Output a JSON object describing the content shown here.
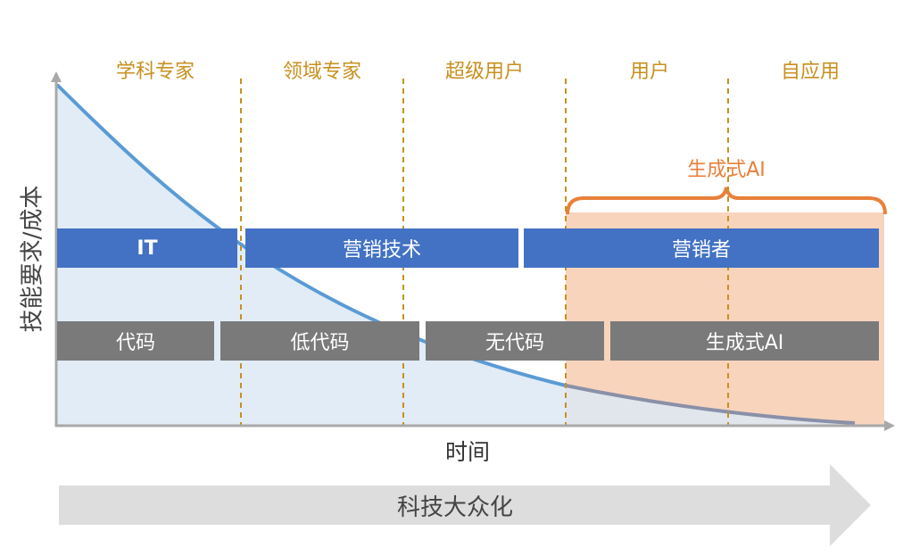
{
  "zones": [
    "学科专家",
    "领域专家",
    "超级用户",
    "用户",
    "自应用"
  ],
  "axes": {
    "y_label": "技能要求/成本",
    "x_label": "时间"
  },
  "highlight": {
    "label": "生成式AI"
  },
  "blue_row": [
    "IT",
    "营销技术",
    "营销者"
  ],
  "gray_row": [
    "代码",
    "低代码",
    "无代码",
    "生成式AI"
  ],
  "bottom_arrow": {
    "label": "科技大众化"
  },
  "colors": {
    "zone_text": "#c8901e",
    "divider": "#c8901e",
    "curve": "#5b9bd5",
    "curve_fill": "#dce9f5",
    "highlight_fill": "#f7cdb2",
    "highlight_bracket": "#e8803a",
    "blue_bar": "#4372c4",
    "gray_bar": "#7a7a7a",
    "axis": "#a9a9a9",
    "arrow": "#dddddd"
  }
}
